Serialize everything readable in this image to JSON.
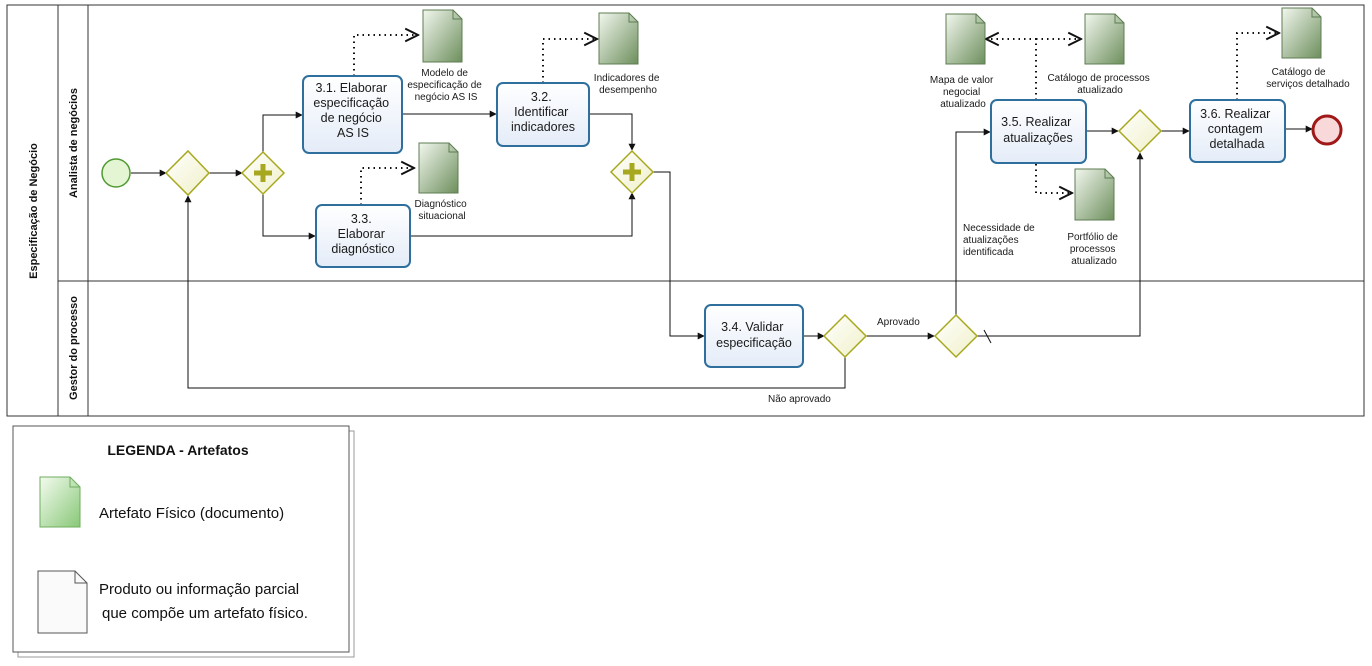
{
  "pool": {
    "name": "Especificação de Negócio",
    "lanes": [
      "Analista de negócios",
      "Gestor do processo"
    ]
  },
  "tasks": {
    "t31": [
      "3.1. Elaborar",
      "especificação",
      "de negócio",
      "AS IS"
    ],
    "t32": [
      "3.2.",
      "Identificar",
      "indicadores"
    ],
    "t33": [
      "3.3.",
      "Elaborar",
      "diagnóstico"
    ],
    "t34": [
      "3.4. Validar",
      "especificação"
    ],
    "t35": [
      "3.5. Realizar",
      "atualizações"
    ],
    "t36": [
      "3.6. Realizar",
      "contagem",
      "detalhada"
    ]
  },
  "artifacts": {
    "a1": [
      "Modelo de",
      "especificação de",
      "negócio AS IS"
    ],
    "a2": [
      "Indicadores de",
      "desempenho"
    ],
    "a3": [
      "Diagnóstico",
      "situacional"
    ],
    "a4": [
      "Mapa de valor",
      "negocial",
      "atualizado"
    ],
    "a5": [
      "Catálogo de processos",
      "atualizado"
    ],
    "a6": [
      "Portfólio de",
      "processos",
      "atualizado"
    ],
    "a7": [
      "Catálogo de",
      "serviços detalhado"
    ]
  },
  "flow_labels": {
    "aprovado": "Aprovado",
    "nao_aprovado": "Não aprovado",
    "necessidade": [
      "Necessidade de",
      "atualizações",
      "identificada"
    ]
  },
  "legend": {
    "title": "LEGENDA - Artefatos",
    "physical": "Artefato Físico (documento)",
    "partial": [
      "Produto ou informação parcial",
      "que compõe um artefato físico."
    ]
  },
  "colors": {
    "task_border": "#2e6f9e",
    "task_fill": "#eef3fb",
    "gateway": "#a8a820",
    "gateway_fill": "#fbfbe4",
    "start": "#4f9a2f",
    "start_fill": "#e4f5d4",
    "end": "#a01818",
    "end_fill": "#f8d8d8",
    "artifact": "#5d7d52"
  }
}
